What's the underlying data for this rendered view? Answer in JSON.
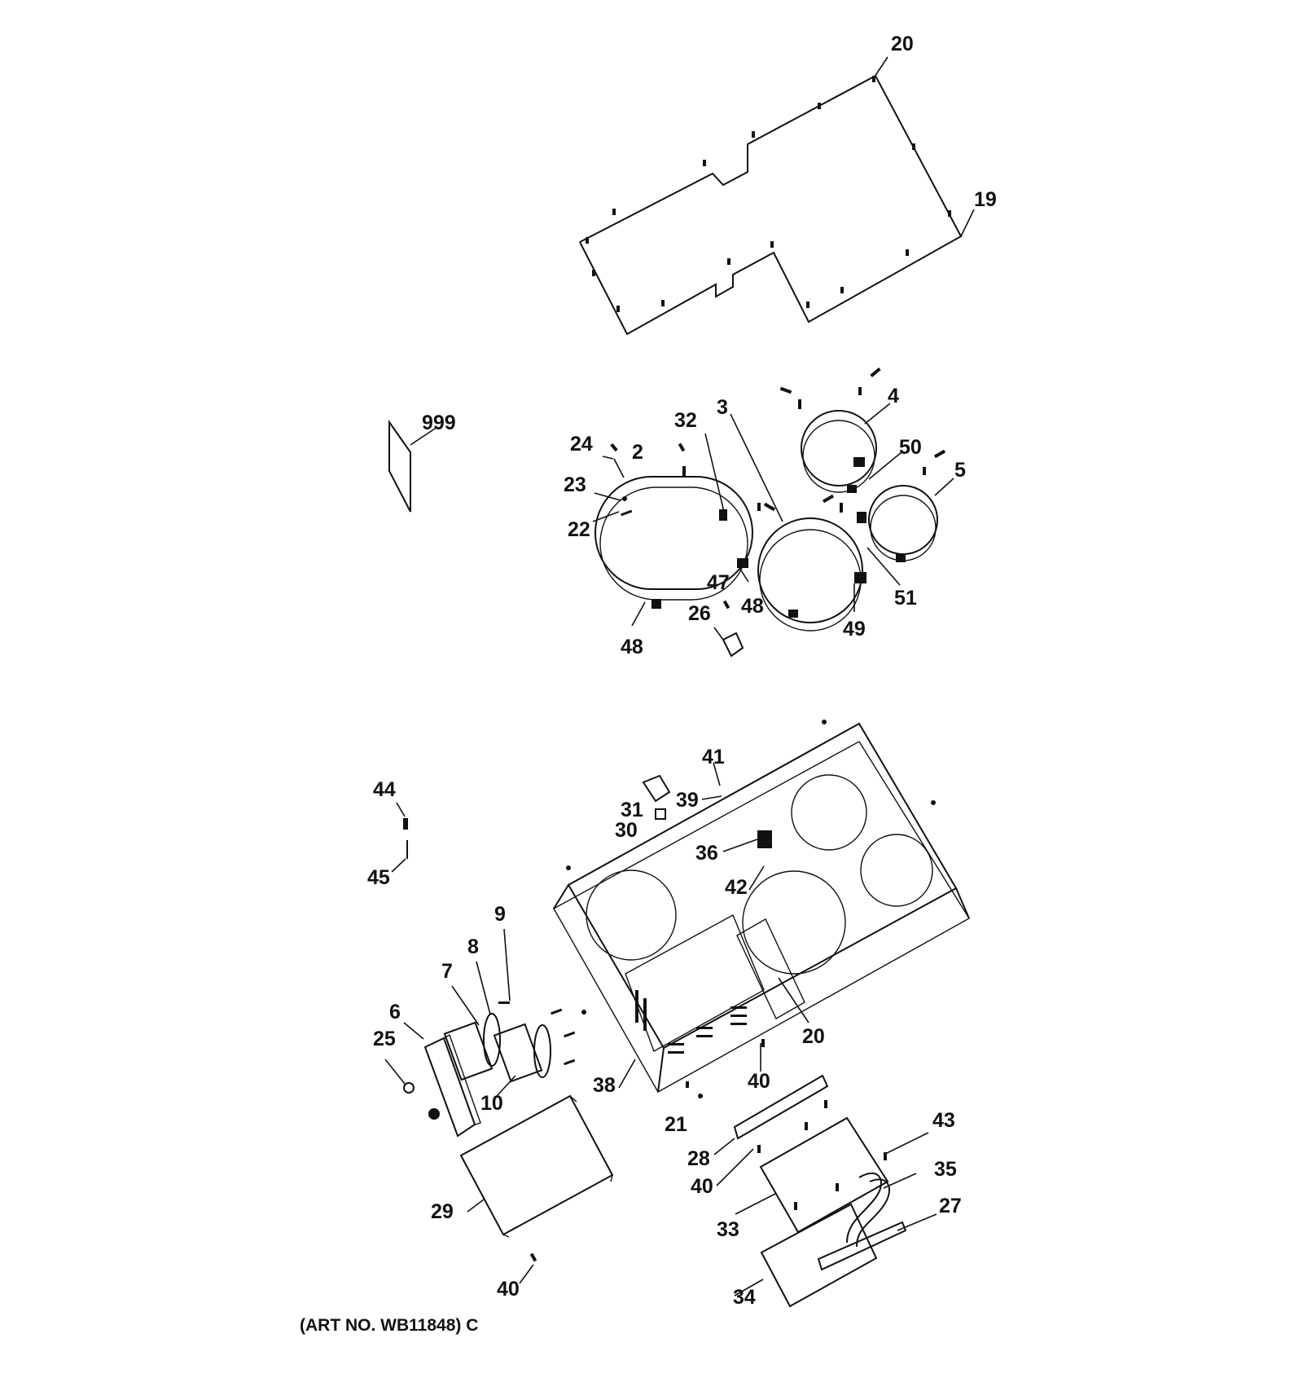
{
  "diagram": {
    "art_number": "(ART NO. WB11848) C",
    "callouts": [
      {
        "id": "c20a",
        "label": "20"
      },
      {
        "id": "c19",
        "label": "19"
      },
      {
        "id": "c999",
        "label": "999"
      },
      {
        "id": "c24",
        "label": "24"
      },
      {
        "id": "c23",
        "label": "23"
      },
      {
        "id": "c22",
        "label": "22"
      },
      {
        "id": "c2",
        "label": "2"
      },
      {
        "id": "c32",
        "label": "32"
      },
      {
        "id": "c3",
        "label": "3"
      },
      {
        "id": "c4",
        "label": "4"
      },
      {
        "id": "c50",
        "label": "50"
      },
      {
        "id": "c5",
        "label": "5"
      },
      {
        "id": "c51",
        "label": "51"
      },
      {
        "id": "c49",
        "label": "49"
      },
      {
        "id": "c47",
        "label": "47"
      },
      {
        "id": "c48a",
        "label": "48"
      },
      {
        "id": "c48b",
        "label": "48"
      },
      {
        "id": "c26",
        "label": "26"
      },
      {
        "id": "c44",
        "label": "44"
      },
      {
        "id": "c45",
        "label": "45"
      },
      {
        "id": "c41",
        "label": "41"
      },
      {
        "id": "c39",
        "label": "39"
      },
      {
        "id": "c31",
        "label": "31"
      },
      {
        "id": "c30",
        "label": "30"
      },
      {
        "id": "c36",
        "label": "36"
      },
      {
        "id": "c42",
        "label": "42"
      },
      {
        "id": "c9",
        "label": "9"
      },
      {
        "id": "c8",
        "label": "8"
      },
      {
        "id": "c7",
        "label": "7"
      },
      {
        "id": "c6",
        "label": "6"
      },
      {
        "id": "c25",
        "label": "25"
      },
      {
        "id": "c10",
        "label": "10"
      },
      {
        "id": "c38",
        "label": "38"
      },
      {
        "id": "c20b",
        "label": "20"
      },
      {
        "id": "c40a",
        "label": "40"
      },
      {
        "id": "c21",
        "label": "21"
      },
      {
        "id": "c28",
        "label": "28"
      },
      {
        "id": "c40b",
        "label": "40"
      },
      {
        "id": "c43",
        "label": "43"
      },
      {
        "id": "c35",
        "label": "35"
      },
      {
        "id": "c27",
        "label": "27"
      },
      {
        "id": "c33",
        "label": "33"
      },
      {
        "id": "c29",
        "label": "29"
      },
      {
        "id": "c34",
        "label": "34"
      },
      {
        "id": "c40c",
        "label": "40"
      }
    ]
  }
}
